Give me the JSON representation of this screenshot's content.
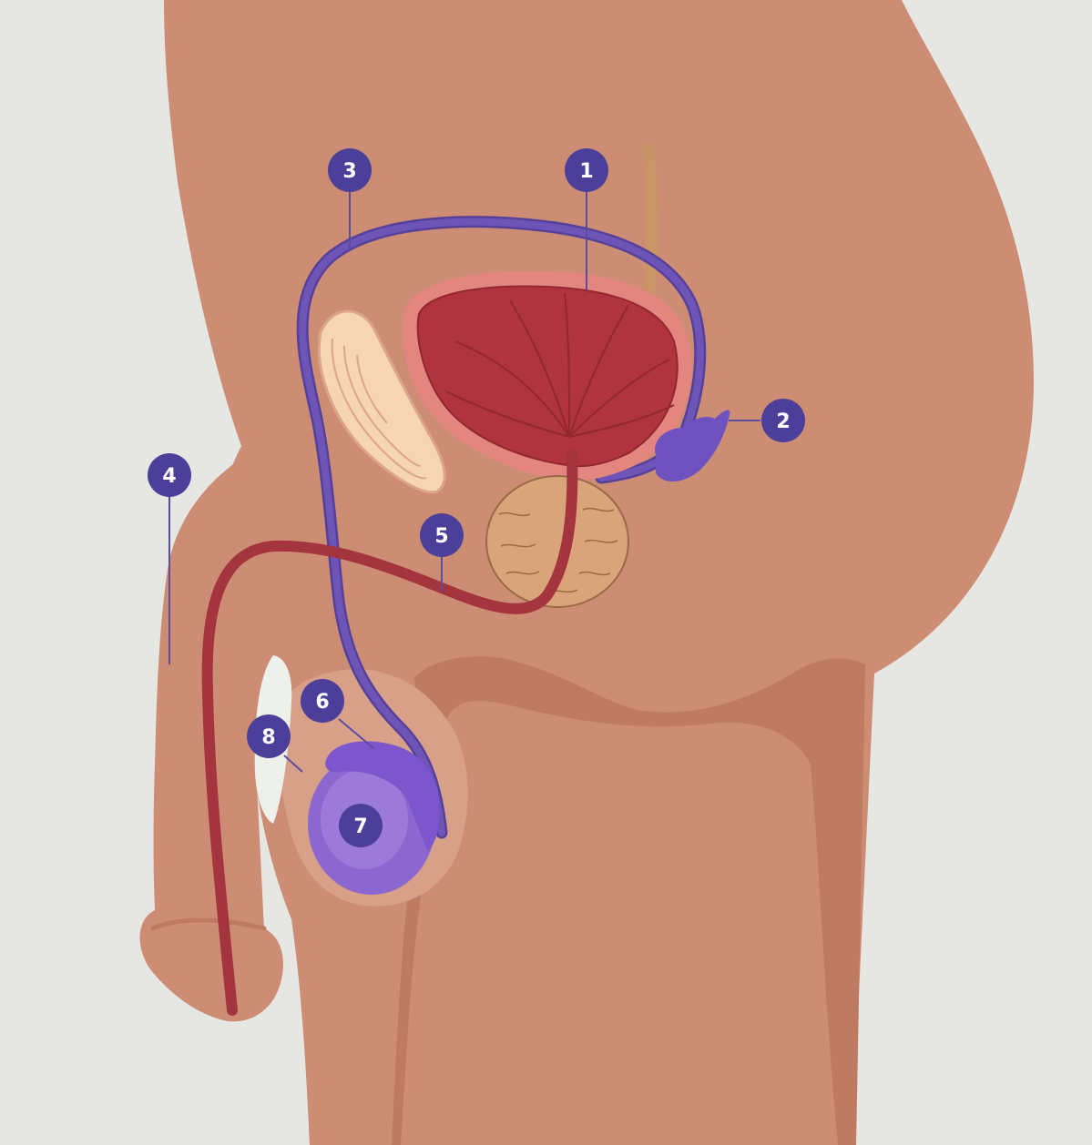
{
  "palette": {
    "background": "#e6e7e3",
    "skin": "#cd8d74",
    "skin_shadow": "#bf7b62",
    "skin_light": "#d8a088",
    "bladder_wall": "#e2867f",
    "bladder_inner": "#b0343d",
    "bladder_line": "#922731",
    "urethra": "#a4343d",
    "vas_deferens": "#6f54b8",
    "vas_outline": "#55409a",
    "seminal_vesicle": "#6e52bf",
    "prostate": "#d9a479",
    "prostate_line": "#9a6a47",
    "pubic_bone": "#f6d4b6",
    "pubic_line": "#dca58a",
    "testis": "#8b67d0",
    "testis_light": "#a98ae0",
    "epididymis": "#7b56cc",
    "ureter": "#c99566",
    "marker_fill": "#4b3f99",
    "marker_line": "#5b4ea0"
  },
  "markers": [
    {
      "id": "1",
      "label": "1"
    },
    {
      "id": "2",
      "label": "2"
    },
    {
      "id": "3",
      "label": "3"
    },
    {
      "id": "4",
      "label": "4"
    },
    {
      "id": "5",
      "label": "5"
    },
    {
      "id": "6",
      "label": "6"
    },
    {
      "id": "7",
      "label": "7"
    },
    {
      "id": "8",
      "label": "8"
    }
  ]
}
